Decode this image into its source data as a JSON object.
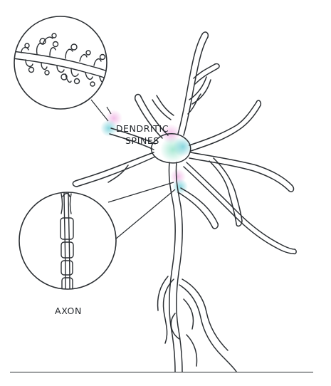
{
  "labels": {
    "dendritic_spines_line1": "DENDRITIC",
    "dendritic_spines_line2": "SPINES",
    "axon": "AXON"
  },
  "colors": {
    "stroke": "#2b2f33",
    "highlight_pink": "#e6a3d6",
    "highlight_teal": "#7fd3dc",
    "highlight_green": "#8fe0c8"
  },
  "icons": {
    "dendritic_spine_inset": "magnifier-circle",
    "axon_inset": "magnifier-circle",
    "neuron": "neuron-cell"
  }
}
